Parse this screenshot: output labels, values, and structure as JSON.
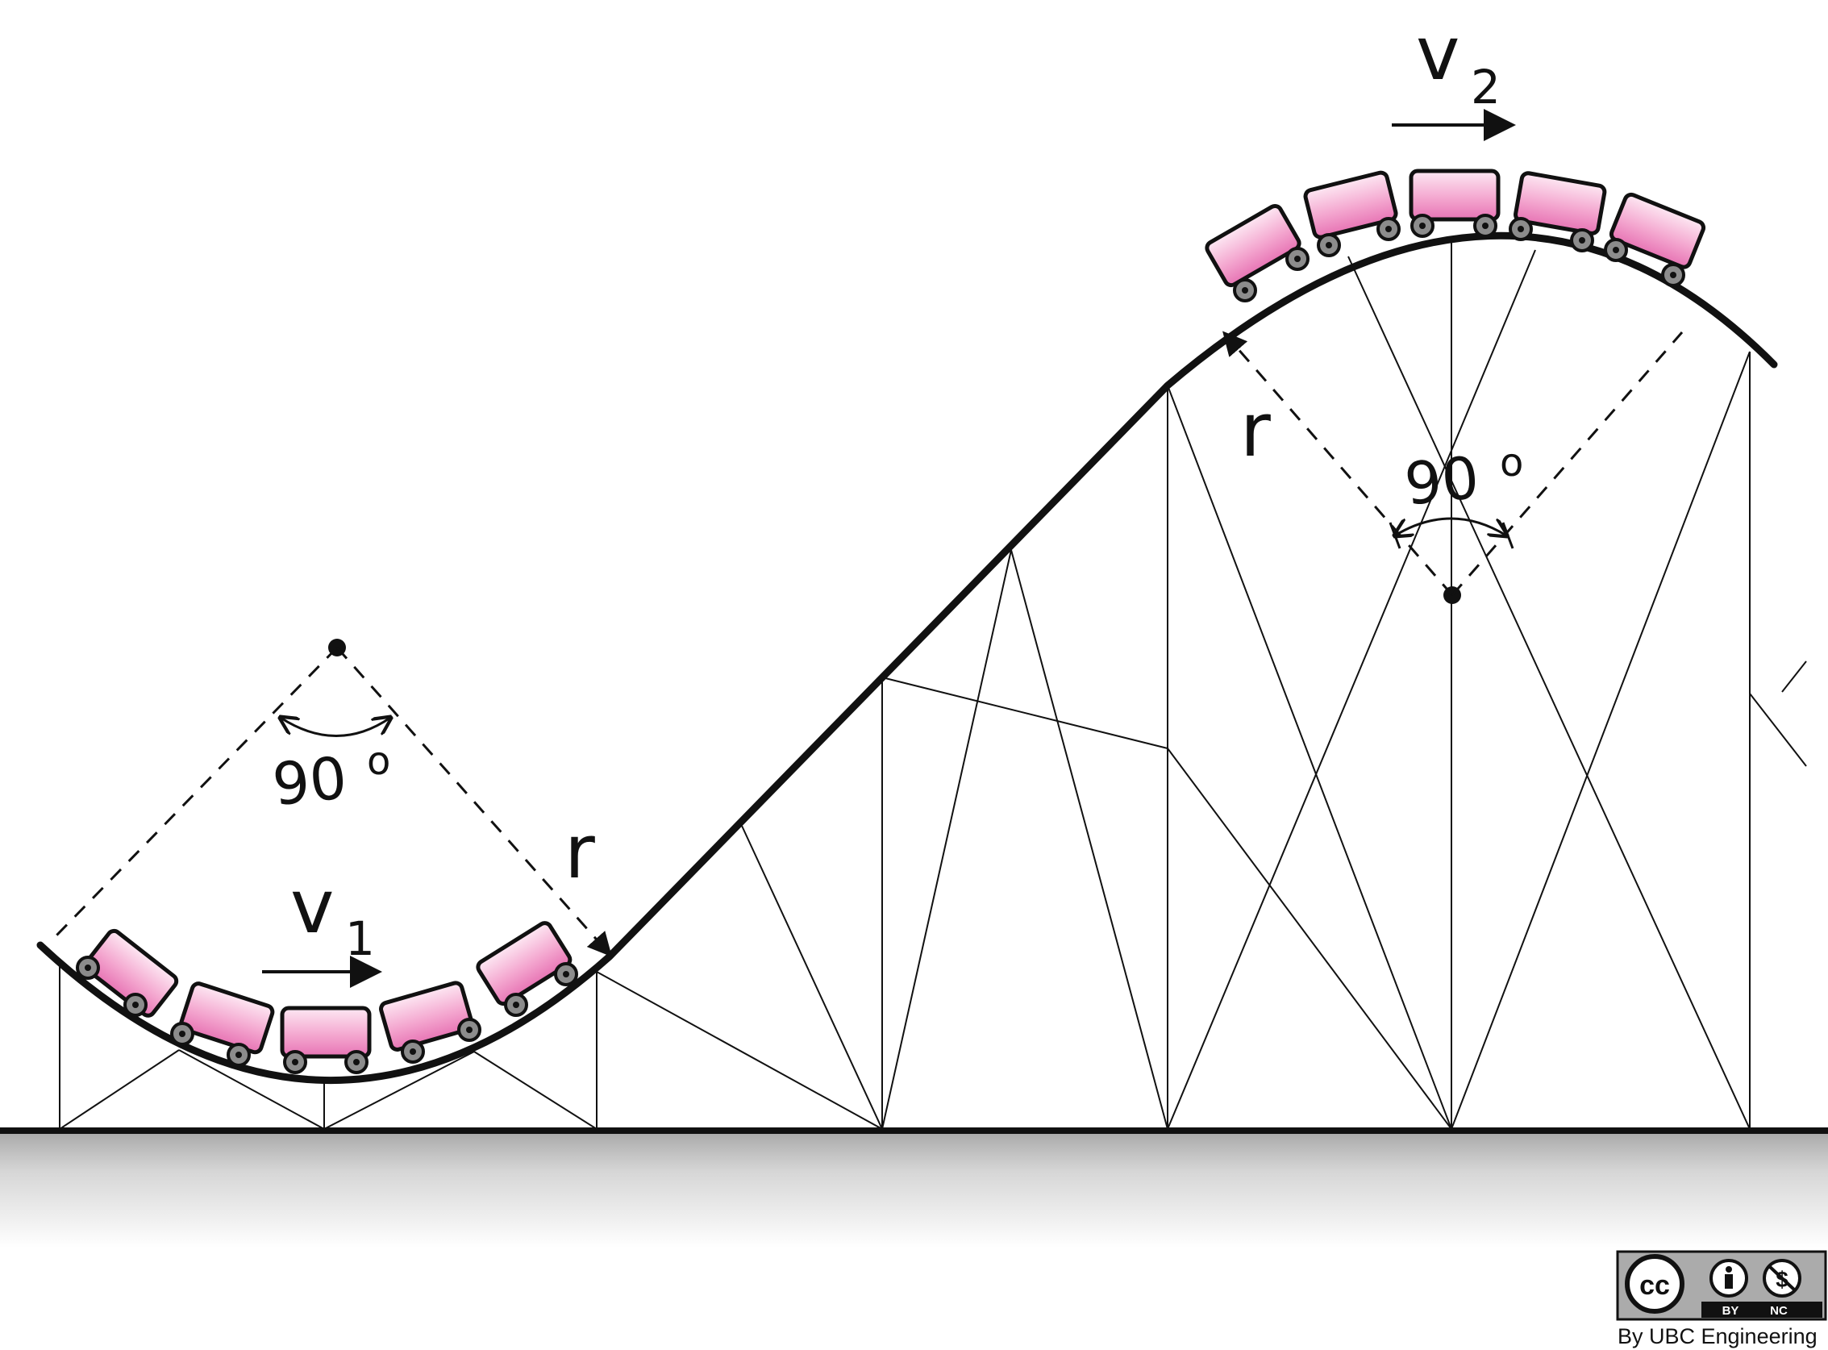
{
  "labels": {
    "v1_main": "v",
    "v1_sub": "1",
    "v2_main": "v",
    "v2_sub": "2",
    "r_bottom": "r",
    "r_top": "r",
    "angle_bottom": "90",
    "angle_bottom_unit": "o",
    "angle_top": "90",
    "angle_top_unit": "o"
  },
  "license": {
    "cc": "cc",
    "by": "BY",
    "nc": "NC",
    "credit": "By UBC Engineering"
  },
  "icons": {
    "license_cc": "cc-icon",
    "license_by": "by-attribution-icon",
    "license_nc": "noncommercial-icon"
  },
  "colors": {
    "track": "#111111",
    "car_fill_light": "#fbe0ef",
    "car_fill_dark": "#ea7cb8",
    "wheel_outer": "#8c8c8c",
    "ground_shadow": "#b0b0b0"
  }
}
